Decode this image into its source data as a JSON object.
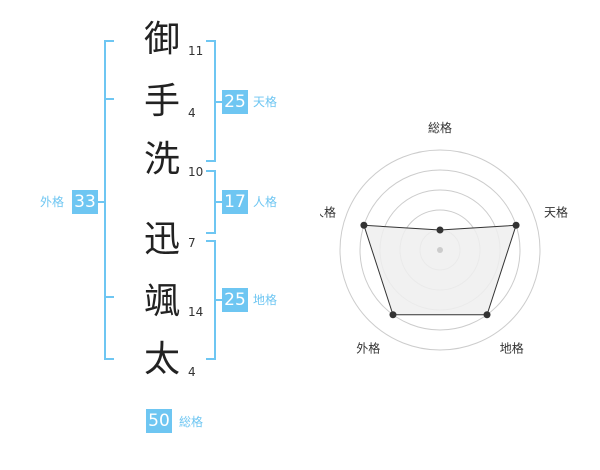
{
  "name": {
    "chars": [
      {
        "char": "御",
        "strokes": "11"
      },
      {
        "char": "手",
        "strokes": "4"
      },
      {
        "char": "洗",
        "strokes": "10"
      },
      {
        "char": "迅",
        "strokes": "7"
      },
      {
        "char": "颯",
        "strokes": "14"
      },
      {
        "char": "太",
        "strokes": "4"
      }
    ]
  },
  "kakaku": {
    "tenkaku": {
      "value": "25",
      "label": "天格"
    },
    "jinkaku": {
      "value": "17",
      "label": "人格"
    },
    "chikaku": {
      "value": "25",
      "label": "地格"
    },
    "gaikaku": {
      "value": "33",
      "label": "外格"
    },
    "soukaku": {
      "value": "50",
      "label": "総格"
    }
  },
  "chart_data": {
    "type": "radar",
    "axes": [
      "総格",
      "天格",
      "地格",
      "外格",
      "人格"
    ],
    "values": [
      1,
      4,
      4,
      4,
      4
    ],
    "max": 5,
    "rings": 5,
    "grid": true,
    "colors": {
      "fill": "#eeeeee",
      "stroke": "#333333",
      "grid": "#cccccc",
      "center": "#cccccc"
    }
  }
}
